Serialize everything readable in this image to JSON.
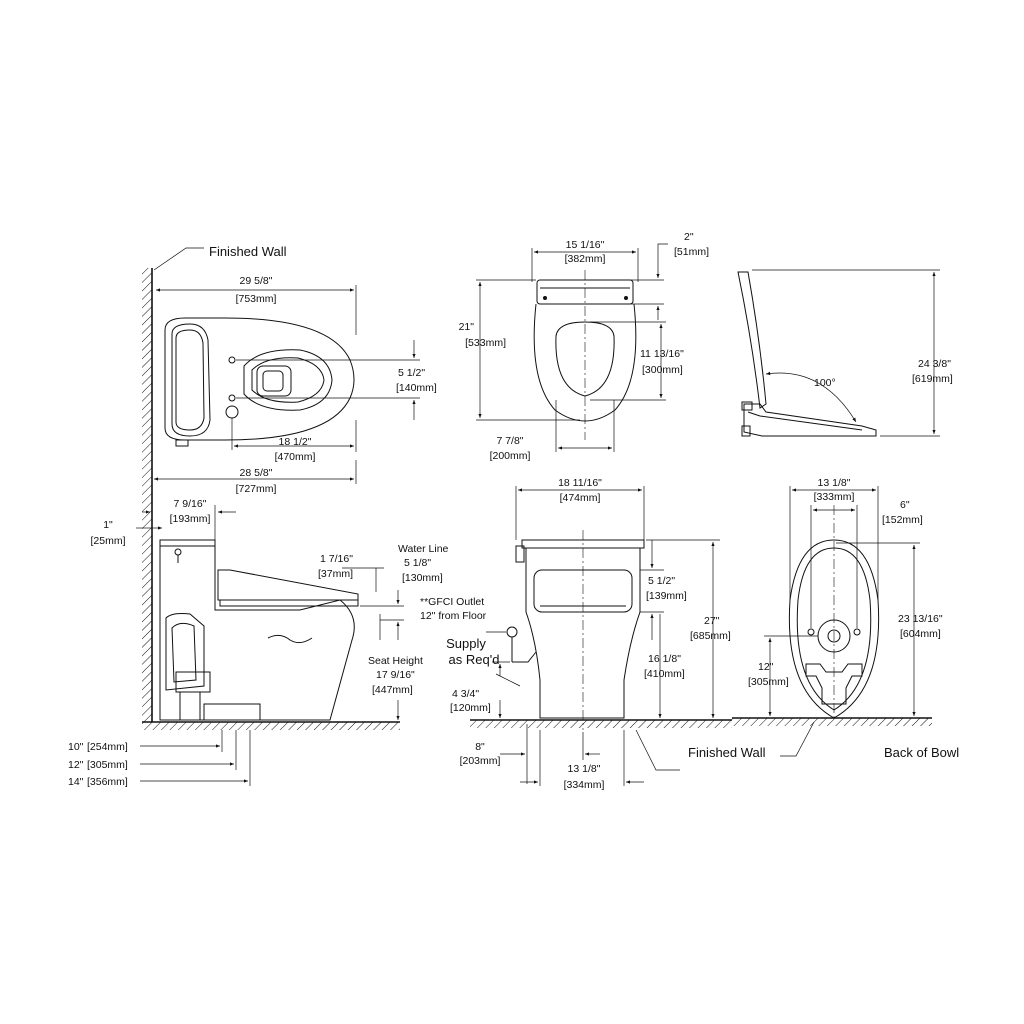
{
  "labels": {
    "finished_wall_top": "Finished Wall",
    "finished_wall_bottom": "Finished Wall",
    "back_of_bowl": "Back of Bowl",
    "water_line": "Water Line",
    "gfci_line1": "**GFCI Outlet",
    "gfci_line2": "12\" from Floor",
    "supply_line1": "Supply",
    "supply_line2": "as Req'd",
    "seat_height_title": "Seat Height"
  },
  "top_view": {
    "overall_length": {
      "in": "29 5/8\"",
      "mm": "[753mm]"
    },
    "hole_offset": {
      "in": "5 1/2\"",
      "mm": "[140mm]"
    },
    "bowl_front": {
      "in": "18 1/2\"",
      "mm": "[470mm]"
    },
    "base_length": {
      "in": "28 5/8\"",
      "mm": "[727mm]"
    }
  },
  "seat_view": {
    "width": {
      "in": "15 1/16\"",
      "mm": "[382mm]"
    },
    "hinge_depth": {
      "in": "2\"",
      "mm": "[51mm]"
    },
    "length": {
      "in": "21\"",
      "mm": "[533mm]"
    },
    "opening_length": {
      "in": "11 13/16\"",
      "mm": "[300mm]"
    },
    "opening_width": {
      "in": "7 7/8\"",
      "mm": "[200mm]"
    }
  },
  "seat_side_view": {
    "open_angle": "100°",
    "open_height": {
      "in": "24 3/8\"",
      "mm": "[619mm]"
    }
  },
  "side_view": {
    "tank_depth": {
      "in": "7 9/16\"",
      "mm": "[193mm]"
    },
    "wall_gap": {
      "in": "1\"",
      "mm": "[25mm]"
    },
    "seat_top": {
      "in": "1 7/16\"",
      "mm": "[37mm]"
    },
    "water_line_height": {
      "in": "5 1/8\"",
      "mm": "[130mm]"
    },
    "seat_height": {
      "in": "17 9/16\"",
      "mm": "[447mm]"
    },
    "rough_ins": [
      {
        "in": "10\"",
        "mm": "[254mm]"
      },
      {
        "in": "12\"",
        "mm": "[305mm]"
      },
      {
        "in": "14\"",
        "mm": "[356mm]"
      }
    ]
  },
  "front_view": {
    "overall_width": {
      "in": "18 11/16\"",
      "mm": "[474mm]"
    },
    "seat_band": {
      "in": "5 1/2\"",
      "mm": "[139mm]"
    },
    "overall_height": {
      "in": "27\"",
      "mm": "[685mm]"
    },
    "rim_height": {
      "in": "16 1/8\"",
      "mm": "[410mm]"
    },
    "supply_height": {
      "in": "4 3/4\"",
      "mm": "[120mm]"
    },
    "supply_offset": {
      "in": "8\"",
      "mm": "[203mm]"
    },
    "base_width": {
      "in": "13 1/8\"",
      "mm": "[334mm]"
    }
  },
  "back_view": {
    "width": {
      "in": "13 1/8\"",
      "mm": "[333mm]"
    },
    "bolt_offset": {
      "in": "6\"",
      "mm": "[152mm]"
    },
    "height": {
      "in": "23 13/16\"",
      "mm": "[604mm]"
    },
    "outlet_height": {
      "in": "12\"",
      "mm": "[305mm]"
    }
  }
}
